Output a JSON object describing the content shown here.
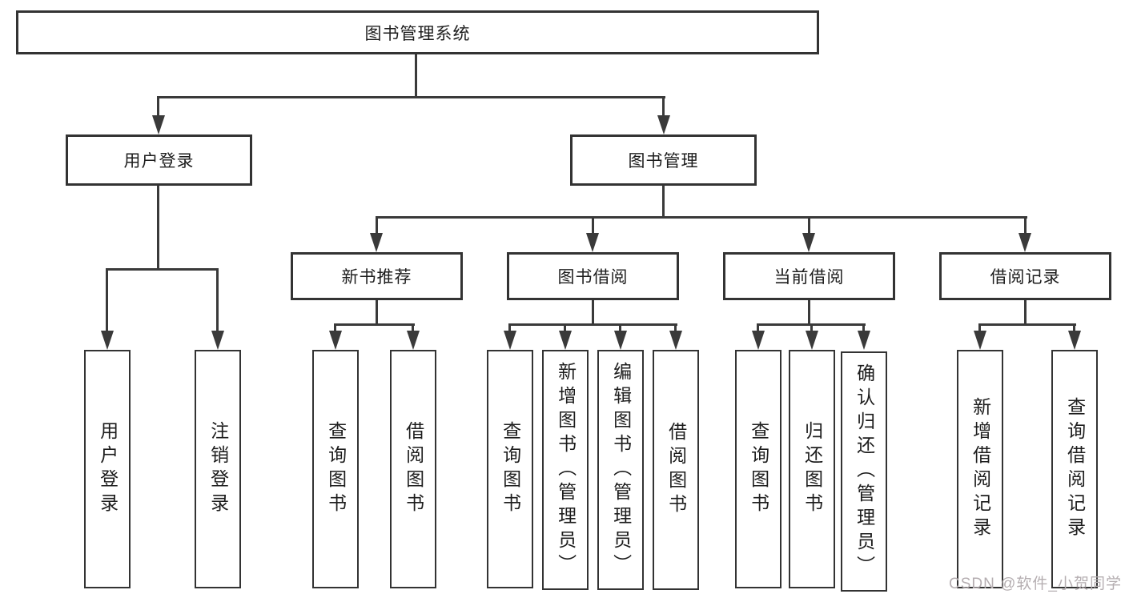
{
  "diagram": {
    "root": {
      "label": "图书管理系统"
    },
    "level1": [
      {
        "label": "用户登录"
      },
      {
        "label": "图书管理"
      }
    ],
    "level2": [
      {
        "label": "新书推荐"
      },
      {
        "label": "图书借阅"
      },
      {
        "label": "当前借阅"
      },
      {
        "label": "借阅记录"
      }
    ],
    "leaves": {
      "user": [
        {
          "label": "用户登录"
        },
        {
          "label": "注销登录"
        }
      ],
      "recommend": [
        {
          "label": "查询图书"
        },
        {
          "label": "借阅图书"
        }
      ],
      "borrow": [
        {
          "label": "查询图书"
        },
        {
          "label": "新增图书（管理员）"
        },
        {
          "label": "编辑图书（管理员）"
        },
        {
          "label": "借阅图书"
        }
      ],
      "current": [
        {
          "label": "查询图书"
        },
        {
          "label": "归还图书"
        },
        {
          "label": "确认归还（管理员）"
        }
      ],
      "records": [
        {
          "label": "新增借阅记录"
        },
        {
          "label": "查询借阅记录"
        }
      ]
    }
  },
  "watermark": {
    "text": "CSDN @软件_小贺同学"
  },
  "colors": {
    "line": "#3a3a3a",
    "box_border": "#333333",
    "text": "#1d1d1d",
    "background": "#ffffff",
    "watermark": "#b5aeb1"
  }
}
